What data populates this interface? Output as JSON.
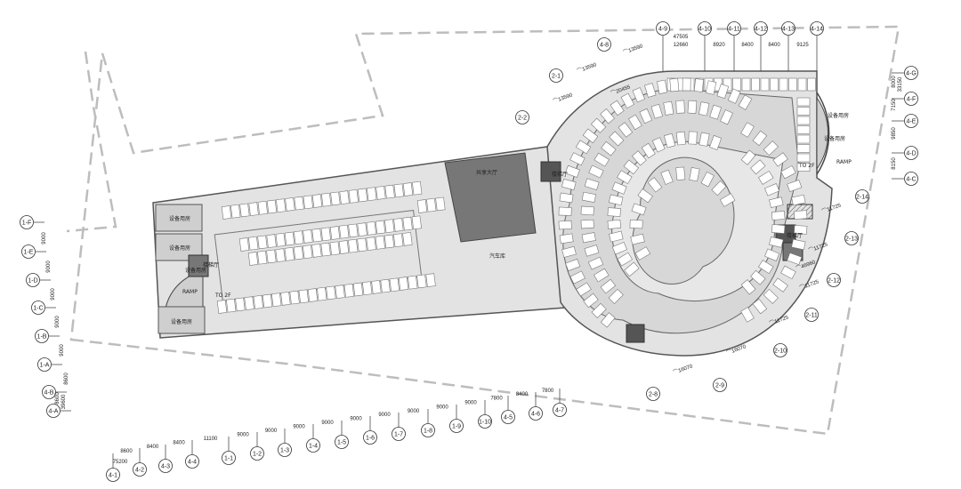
{
  "grid_axes": {
    "top": [
      "4-9",
      "4-10",
      "4-11",
      "4-12",
      "4-13",
      "4-14"
    ],
    "right": [
      "4-G",
      "4-F",
      "4-E",
      "4-D",
      "4-C"
    ],
    "left": [
      "1-F",
      "1-E",
      "1-D",
      "1-C",
      "1-B",
      "1-A",
      "4-B",
      "4-A"
    ],
    "bottom": [
      "4-1",
      "4-2",
      "4-3",
      "4-4",
      "1-1",
      "1-2",
      "1-3",
      "1-4",
      "1-5",
      "1-6",
      "1-7",
      "1-8",
      "1-9",
      "1-10",
      "4-5",
      "4-6",
      "4-7"
    ],
    "curve": [
      "4-8",
      "2-1",
      "2-2",
      "2-14",
      "2-13",
      "2-12",
      "2-11",
      "2-10",
      "2-9",
      "2-8"
    ]
  },
  "dimensions": {
    "top": [
      "8920",
      "8400",
      "8400",
      "9125"
    ],
    "top_total": [
      "47505",
      "12660"
    ],
    "right": [
      "8000",
      "7150",
      "9850",
      "8150",
      "33150"
    ],
    "left": [
      "9000",
      "9000",
      "9000",
      "9000",
      "9000",
      "8600",
      "39600"
    ],
    "bottom": [
      "8600",
      "8400",
      "8400",
      "11100",
      "9000",
      "9000",
      "9000",
      "9000",
      "9000",
      "9000",
      "9000",
      "9000",
      "9000",
      "7800",
      "8400",
      "7800"
    ],
    "bottom_total": "75200",
    "radii": [
      "13590",
      "13590",
      "13590",
      "20455",
      "11725",
      "11725",
      "11725",
      "11725",
      "46960",
      "16070",
      "16070"
    ]
  },
  "rooms": {
    "equipment": "设备用房",
    "atrium": "共享大厅",
    "garage": "汽车库",
    "stair": "楼梯厅",
    "ramp": "RAMP",
    "to_2f": "TO 2F"
  }
}
